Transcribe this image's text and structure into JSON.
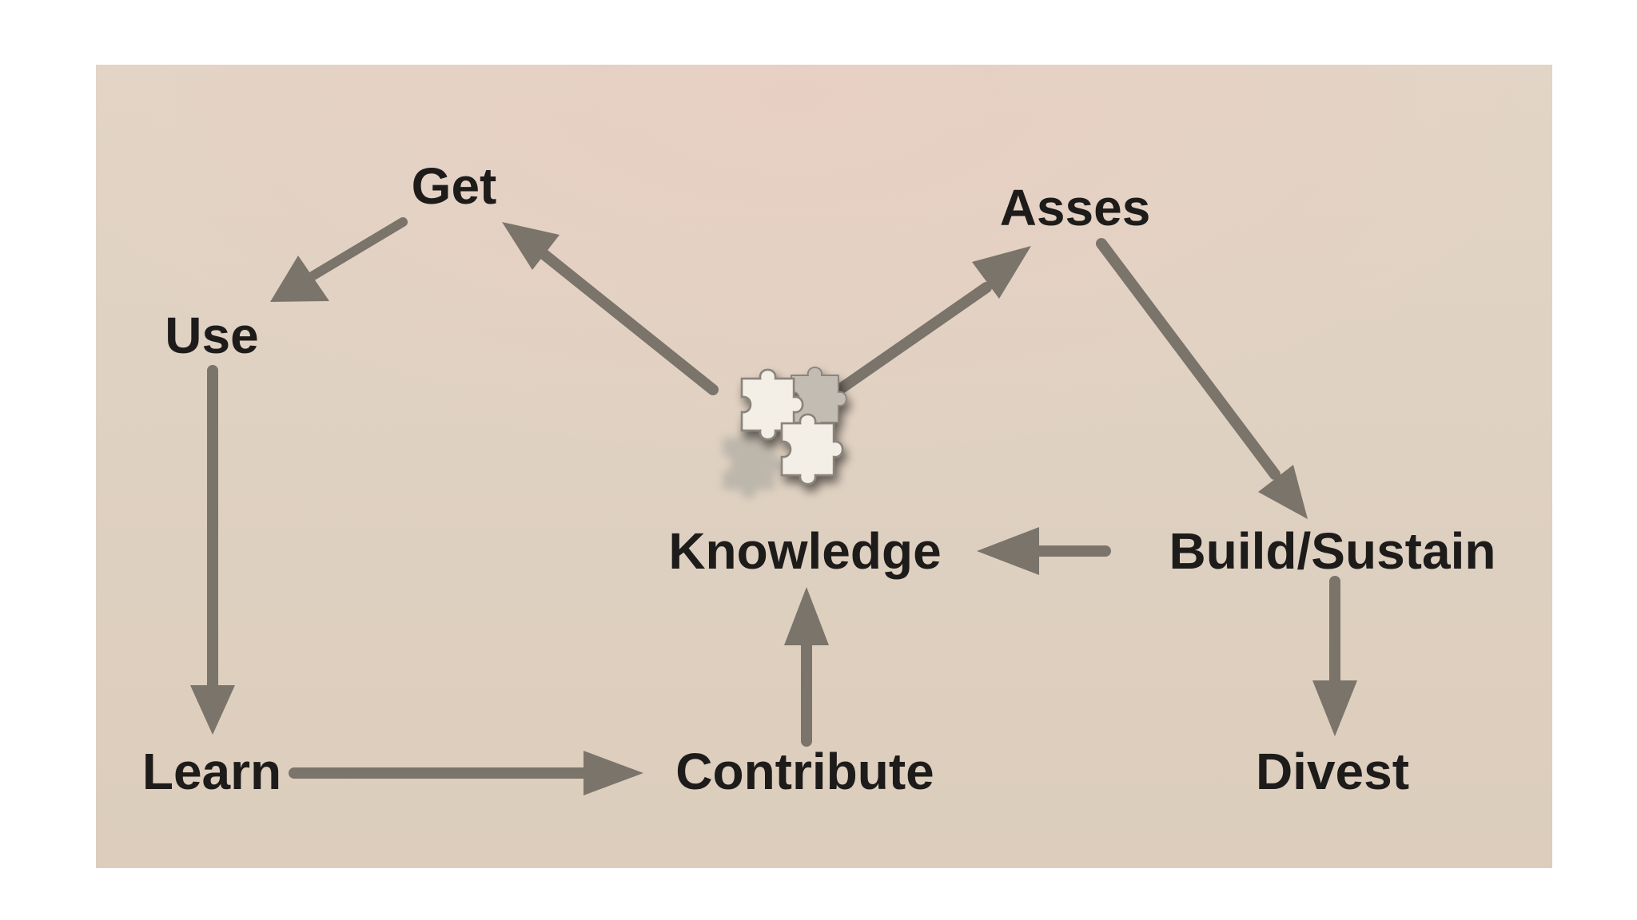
{
  "diagram": {
    "nodes": {
      "get": "Get",
      "use": "Use",
      "learn": "Learn",
      "contribute": "Contribute",
      "knowledge": "Knowledge",
      "asses": "Asses",
      "build_sustain": "Build/Sustain",
      "divest": "Divest"
    },
    "edges": [
      {
        "from": "Get",
        "to": "Use"
      },
      {
        "from": "Use",
        "to": "Learn"
      },
      {
        "from": "Learn",
        "to": "Contribute"
      },
      {
        "from": "Contribute",
        "to": "Knowledge"
      },
      {
        "from": "Knowledge",
        "to": "Get"
      },
      {
        "from": "Knowledge",
        "to": "Asses"
      },
      {
        "from": "Asses",
        "to": "Build/Sustain"
      },
      {
        "from": "Build/Sustain",
        "to": "Knowledge"
      },
      {
        "from": "Build/Sustain",
        "to": "Divest"
      }
    ],
    "icon": "puzzle-pieces-icon",
    "colors": {
      "arrow": "#7a746b",
      "text": "#1e1c1a",
      "background": "#dfd1c1",
      "puzzle_light": "#f4efe6",
      "puzzle_gray": "#bdb7ae"
    }
  }
}
